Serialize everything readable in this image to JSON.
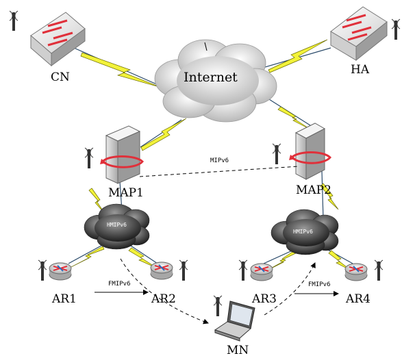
{
  "nodes": {
    "cn": "CN",
    "ha": "HA",
    "internet": "Internet",
    "map1": "MAP1",
    "map2": "MAP2",
    "hmip1": "HMIPv6",
    "hmip2": "HMIPv6",
    "ar1": "AR1",
    "ar2": "AR2",
    "ar3": "AR3",
    "ar4": "AR4",
    "mn": "MN"
  },
  "links": {
    "mipv6": "MIPv6",
    "fmip_left": "FMIPv6",
    "fmip_right": "FMIPv6"
  },
  "colors": {
    "lightning": "#f2f23a",
    "lightning_stroke": "#6b6b00",
    "cloud_dark": "#3c3c3c",
    "arrow_red": "#e0303a"
  }
}
